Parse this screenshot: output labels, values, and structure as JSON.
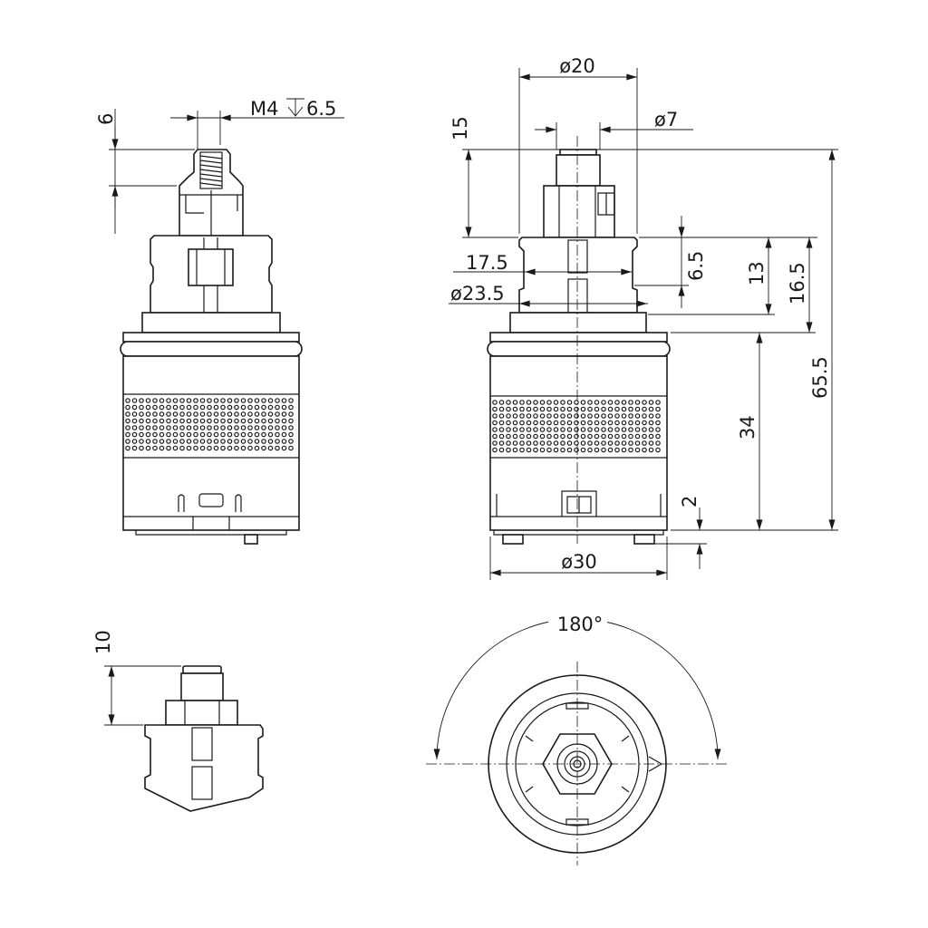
{
  "drawing": {
    "side_view": {
      "thread_height": "6",
      "thread_size": "M4",
      "thread_depth_symbol": "depth-icon",
      "thread_depth": "6.5"
    },
    "front_view": {
      "stem_top_diameter": "ø20",
      "stem_diameter": "ø7",
      "stem_height": "15",
      "spline_diameter_inner": "17.5",
      "spline_diameter_outer": "ø23.5",
      "spline_height": "6.5",
      "spline_to_flange": "13",
      "spline_to_body": "16.5",
      "total_height": "65.5",
      "body_height": "34",
      "pin_height": "2",
      "body_diameter": "ø30"
    },
    "spindle_view": {
      "spindle_height": "10"
    },
    "top_view": {
      "rotation_angle": "180°"
    },
    "line_color": "#1a1a1a"
  }
}
